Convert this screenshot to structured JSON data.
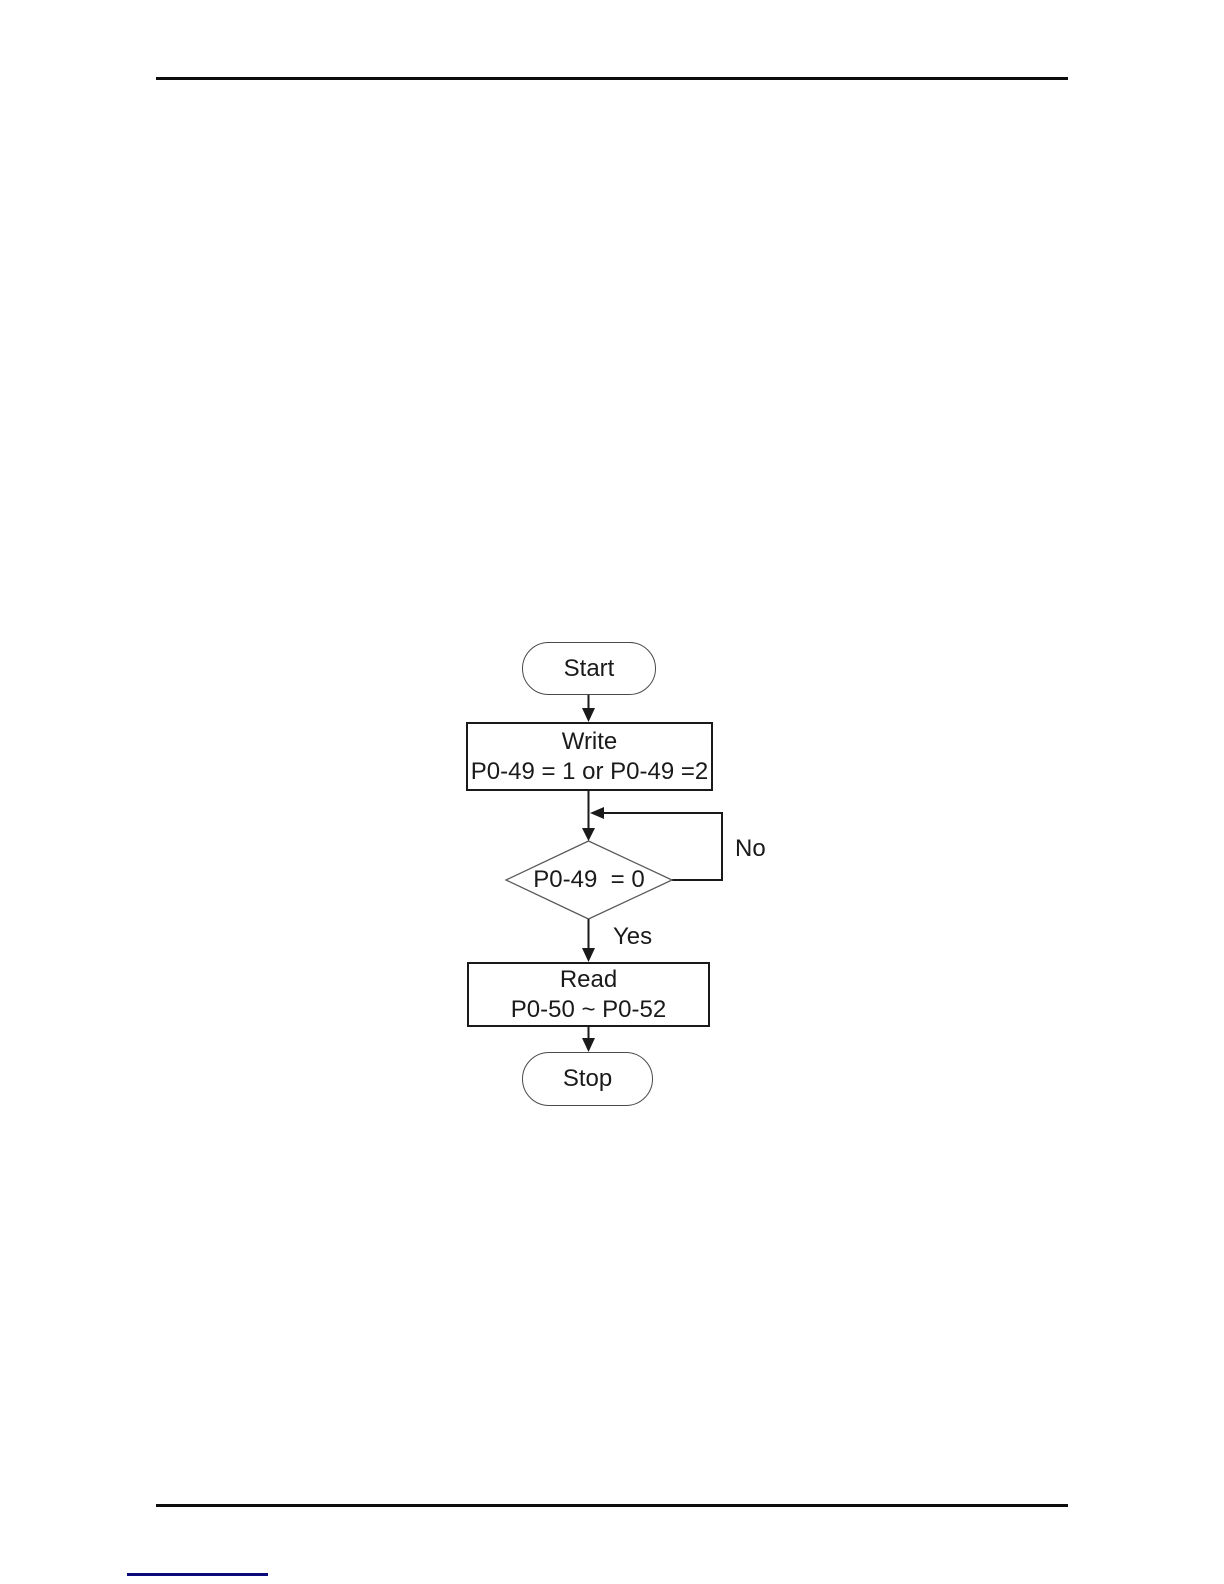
{
  "flowchart": {
    "start": {
      "label": "Start"
    },
    "write": {
      "line1": "Write",
      "line2": "P0-49 = 1 or P0-49 =2"
    },
    "decision": {
      "label": "P0-49  = 0"
    },
    "branch_no": {
      "label": "No"
    },
    "branch_yes": {
      "label": "Yes"
    },
    "read": {
      "line1": "Read",
      "line2": "P0-50 ~ P0-52"
    },
    "stop": {
      "label": "Stop"
    }
  },
  "colors": {
    "outline": "#1a1a1a",
    "node_border_light": "#4a4a4a",
    "footer_link": "#0a0a7d",
    "rule": "#0d0d0d"
  }
}
